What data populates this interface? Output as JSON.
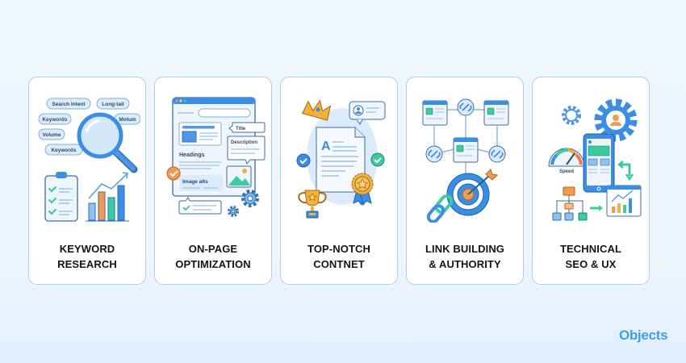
{
  "cards": [
    {
      "title_line1": "KEYWORD",
      "title_line2": "RESEARCH",
      "illustration": {
        "name": "keyword-research-illustration",
        "tags": [
          "Search Intent",
          "Long-tail",
          "Keywords",
          "Motum",
          "Volume",
          "Keywords"
        ],
        "icons": [
          "magnifier-icon",
          "checklist-clipboard-icon",
          "bar-chart-trend-icon"
        ]
      }
    },
    {
      "title_line1": "ON-PAGE",
      "title_line2": "OPTIMIZATION",
      "illustration": {
        "name": "on-page-optimization-illustration",
        "labels": [
          "Title",
          "Description",
          "Headings",
          "Image alts"
        ],
        "icons": [
          "browser-window-icon",
          "check-badge-icon",
          "image-icon",
          "gear-icon"
        ]
      }
    },
    {
      "title_line1": "TOP-NOTCH",
      "title_line2": "CONTNET",
      "illustration": {
        "name": "top-notch-content-illustration",
        "labels": [
          "A"
        ],
        "icons": [
          "crown-icon",
          "document-icon",
          "user-comment-icon",
          "check-icon",
          "award-ribbon-icon",
          "trophy-icon"
        ]
      }
    },
    {
      "title_line1": "LINK BUILDING",
      "title_line2": "& AUTHORITY",
      "illustration": {
        "name": "link-building-illustration",
        "icons": [
          "webpage-icon",
          "link-icon",
          "target-arrow-icon",
          "chain-icon"
        ]
      }
    },
    {
      "title_line1": "TECHNICAL",
      "title_line2": "SEO & UX",
      "illustration": {
        "name": "technical-seo-illustration",
        "labels": [
          "Speed"
        ],
        "icons": [
          "gear-icon",
          "user-gear-icon",
          "speedometer-icon",
          "mobile-phone-icon",
          "sitemap-icon",
          "analytics-window-icon",
          "sync-arrows-icon"
        ]
      }
    }
  ],
  "brand": {
    "logo_text": "Objects",
    "color": "#3f9cf0"
  },
  "colors": {
    "background": "#f0f7fe",
    "card_border": "#a9d2f1",
    "accent_blue": "#3b8ee6",
    "accent_orange": "#f39a4e",
    "accent_green": "#3ccaa0",
    "accent_gold": "#f2b03d"
  }
}
